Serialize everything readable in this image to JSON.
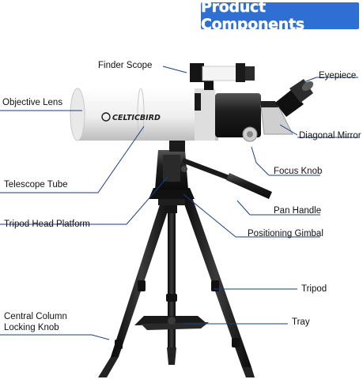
{
  "header": {
    "title": "Product Components"
  },
  "brand": {
    "logo_text": "CELTICBIRD"
  },
  "labels": {
    "finder_scope": "Finder Scope",
    "eyepiece": "Eyepiece",
    "objective_lens": "Objective Lens",
    "diagonal_mirror": "Diagonal Mirror",
    "focus_knob": "Focus Knob",
    "telescope_tube": "Telescope Tube",
    "pan_handle": "Pan Handle",
    "tripod_head_platform": "Tripod Head Platform",
    "positioning_gimbal": "Positioning Gimbal",
    "tripod": "Tripod",
    "tray": "Tray",
    "central_column_line1": "Central Column",
    "central_column_line2": "Locking Knob"
  },
  "colors": {
    "banner": "#2f6fd3",
    "leader_line": "#1a3c8a",
    "tube": "#f4f4f4",
    "metal": "#1c1c1c"
  }
}
